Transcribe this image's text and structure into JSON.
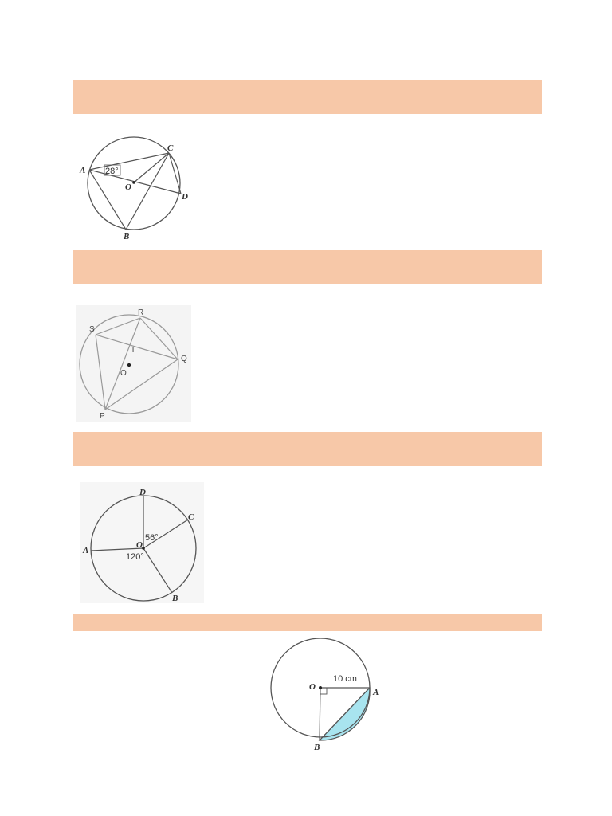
{
  "bands": [
    {
      "name": "band-1"
    },
    {
      "name": "band-2"
    },
    {
      "name": "band-3"
    },
    {
      "name": "band-4"
    }
  ],
  "figure1": {
    "labels": {
      "A": "A",
      "B": "B",
      "C": "C",
      "D": "D",
      "O": "O"
    },
    "angle": "28°"
  },
  "figure2": {
    "labels": {
      "S": "S",
      "R": "R",
      "T": "T",
      "Q": "Q",
      "O": "O",
      "P": "P"
    }
  },
  "figure3": {
    "labels": {
      "D": "D",
      "C": "C",
      "A": "A",
      "O": "O",
      "B": "B"
    },
    "angle_doc": "56°",
    "angle_aob": "120°"
  },
  "figure4": {
    "labels": {
      "O": "O",
      "A": "A",
      "B": "B"
    },
    "radius_label": "10 cm",
    "segment_color": "#a8e4ef"
  },
  "colors": {
    "band": "#f7c8a8",
    "line": "#555555"
  }
}
